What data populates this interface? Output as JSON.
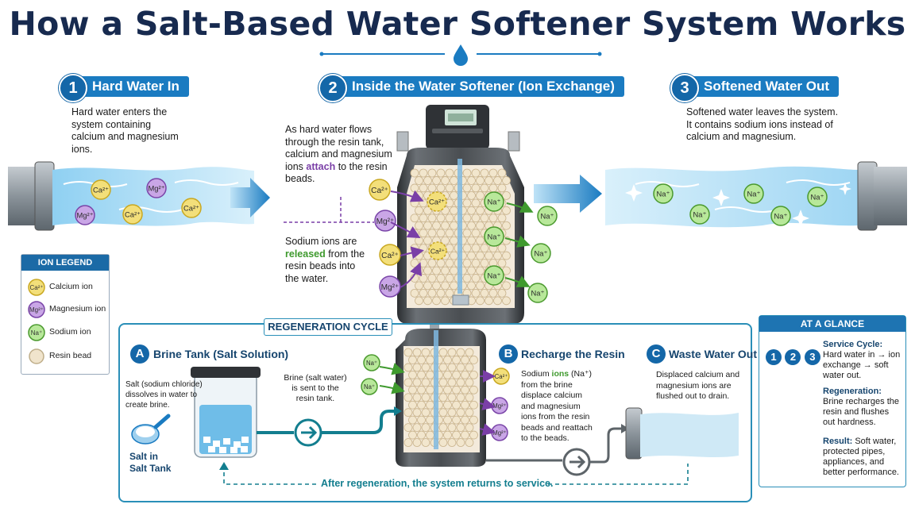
{
  "title": "How a Salt-Based Water Softener System Works",
  "steps": [
    {
      "num": "1",
      "label": "Hard Water In",
      "text": [
        "Hard water enters the",
        "system containing",
        "calcium and magnesium",
        "ions."
      ]
    },
    {
      "num": "2",
      "label": "Inside the Water Softener (Ion Exchange)"
    },
    {
      "num": "3",
      "label": "Softened Water Out",
      "text": [
        "Softened water leaves the system.",
        "It contains sodium ions instead of",
        "calcium and magnesium."
      ]
    }
  ],
  "ion_exchange_text": {
    "attach": {
      "before": [
        "As hard water flows",
        "through the resin tank,",
        "calcium and magnesium",
        "ions "
      ],
      "highlight": "attach",
      "after": [
        " to the resin",
        "beads."
      ]
    },
    "release": {
      "before": [
        "Sodium ions are",
        ""
      ],
      "highlight": "released",
      "after": [
        " from the",
        "resin beads into",
        "the water."
      ]
    }
  },
  "ions": {
    "ca": {
      "symbol": "Ca",
      "charge": "2+",
      "color": "#f3df7a",
      "border": "#c9a821"
    },
    "mg": {
      "symbol": "Mg",
      "charge": "2+",
      "color": "#c9a6e6",
      "border": "#7a45a8"
    },
    "na": {
      "symbol": "Na",
      "charge": "+",
      "color": "#b8e89a",
      "border": "#4b9a2f"
    }
  },
  "legend": {
    "title": "ION LEGEND",
    "items": [
      {
        "ion": "ca",
        "label": "Calcium ion"
      },
      {
        "ion": "mg",
        "label": "Magnesium ion"
      },
      {
        "ion": "na",
        "label": "Sodium ion"
      },
      {
        "ion": "bead",
        "label": "Resin bead"
      }
    ]
  },
  "regeneration": {
    "title": "REGENERATION CYCLE",
    "a": {
      "letter": "A",
      "label": "Brine Tank (Salt Solution)",
      "salt_text": [
        "Salt (sodium chloride)",
        "dissolves in water to",
        "create brine."
      ],
      "brine_text": [
        "Brine (salt water)",
        "is sent to the",
        "resin tank."
      ],
      "salt_label": [
        "Salt in",
        "Salt Tank"
      ]
    },
    "b": {
      "letter": "B",
      "label": "Recharge the Resin",
      "text_before": "Sodium ",
      "text_ions": "ions",
      "text_na": " (Na⁺)",
      "text_lines": [
        "from the brine",
        "displace calcium",
        "and magnesium",
        "ions from the resin",
        "beads and reattach",
        "to the beads."
      ]
    },
    "c": {
      "letter": "C",
      "label": "Waste Water Out",
      "text": [
        "Displaced calcium and",
        "magnesium ions are",
        "flushed out to drain."
      ]
    },
    "return_text": "After regeneration, the system returns to service."
  },
  "glance": {
    "title": "AT A GLANCE",
    "nums": [
      "1",
      "2",
      "3"
    ],
    "items": [
      {
        "head": "Service Cycle:",
        "lines": [
          "Hard water in → ion",
          "exchange → soft",
          "water out."
        ]
      },
      {
        "head": "Regeneration:",
        "lines": [
          "Brine recharges the",
          "resin and flushes",
          "out hardness."
        ]
      },
      {
        "head": "Result:",
        "lines": [
          " Soft water,",
          "protected pipes,",
          "appliances, and",
          "better performance."
        ]
      }
    ]
  },
  "colors": {
    "accent": "#1a7bc1",
    "navy": "#172a4f",
    "water": "#bfe4f7",
    "pipe": "#8e979e",
    "tank": "#3d4043"
  }
}
